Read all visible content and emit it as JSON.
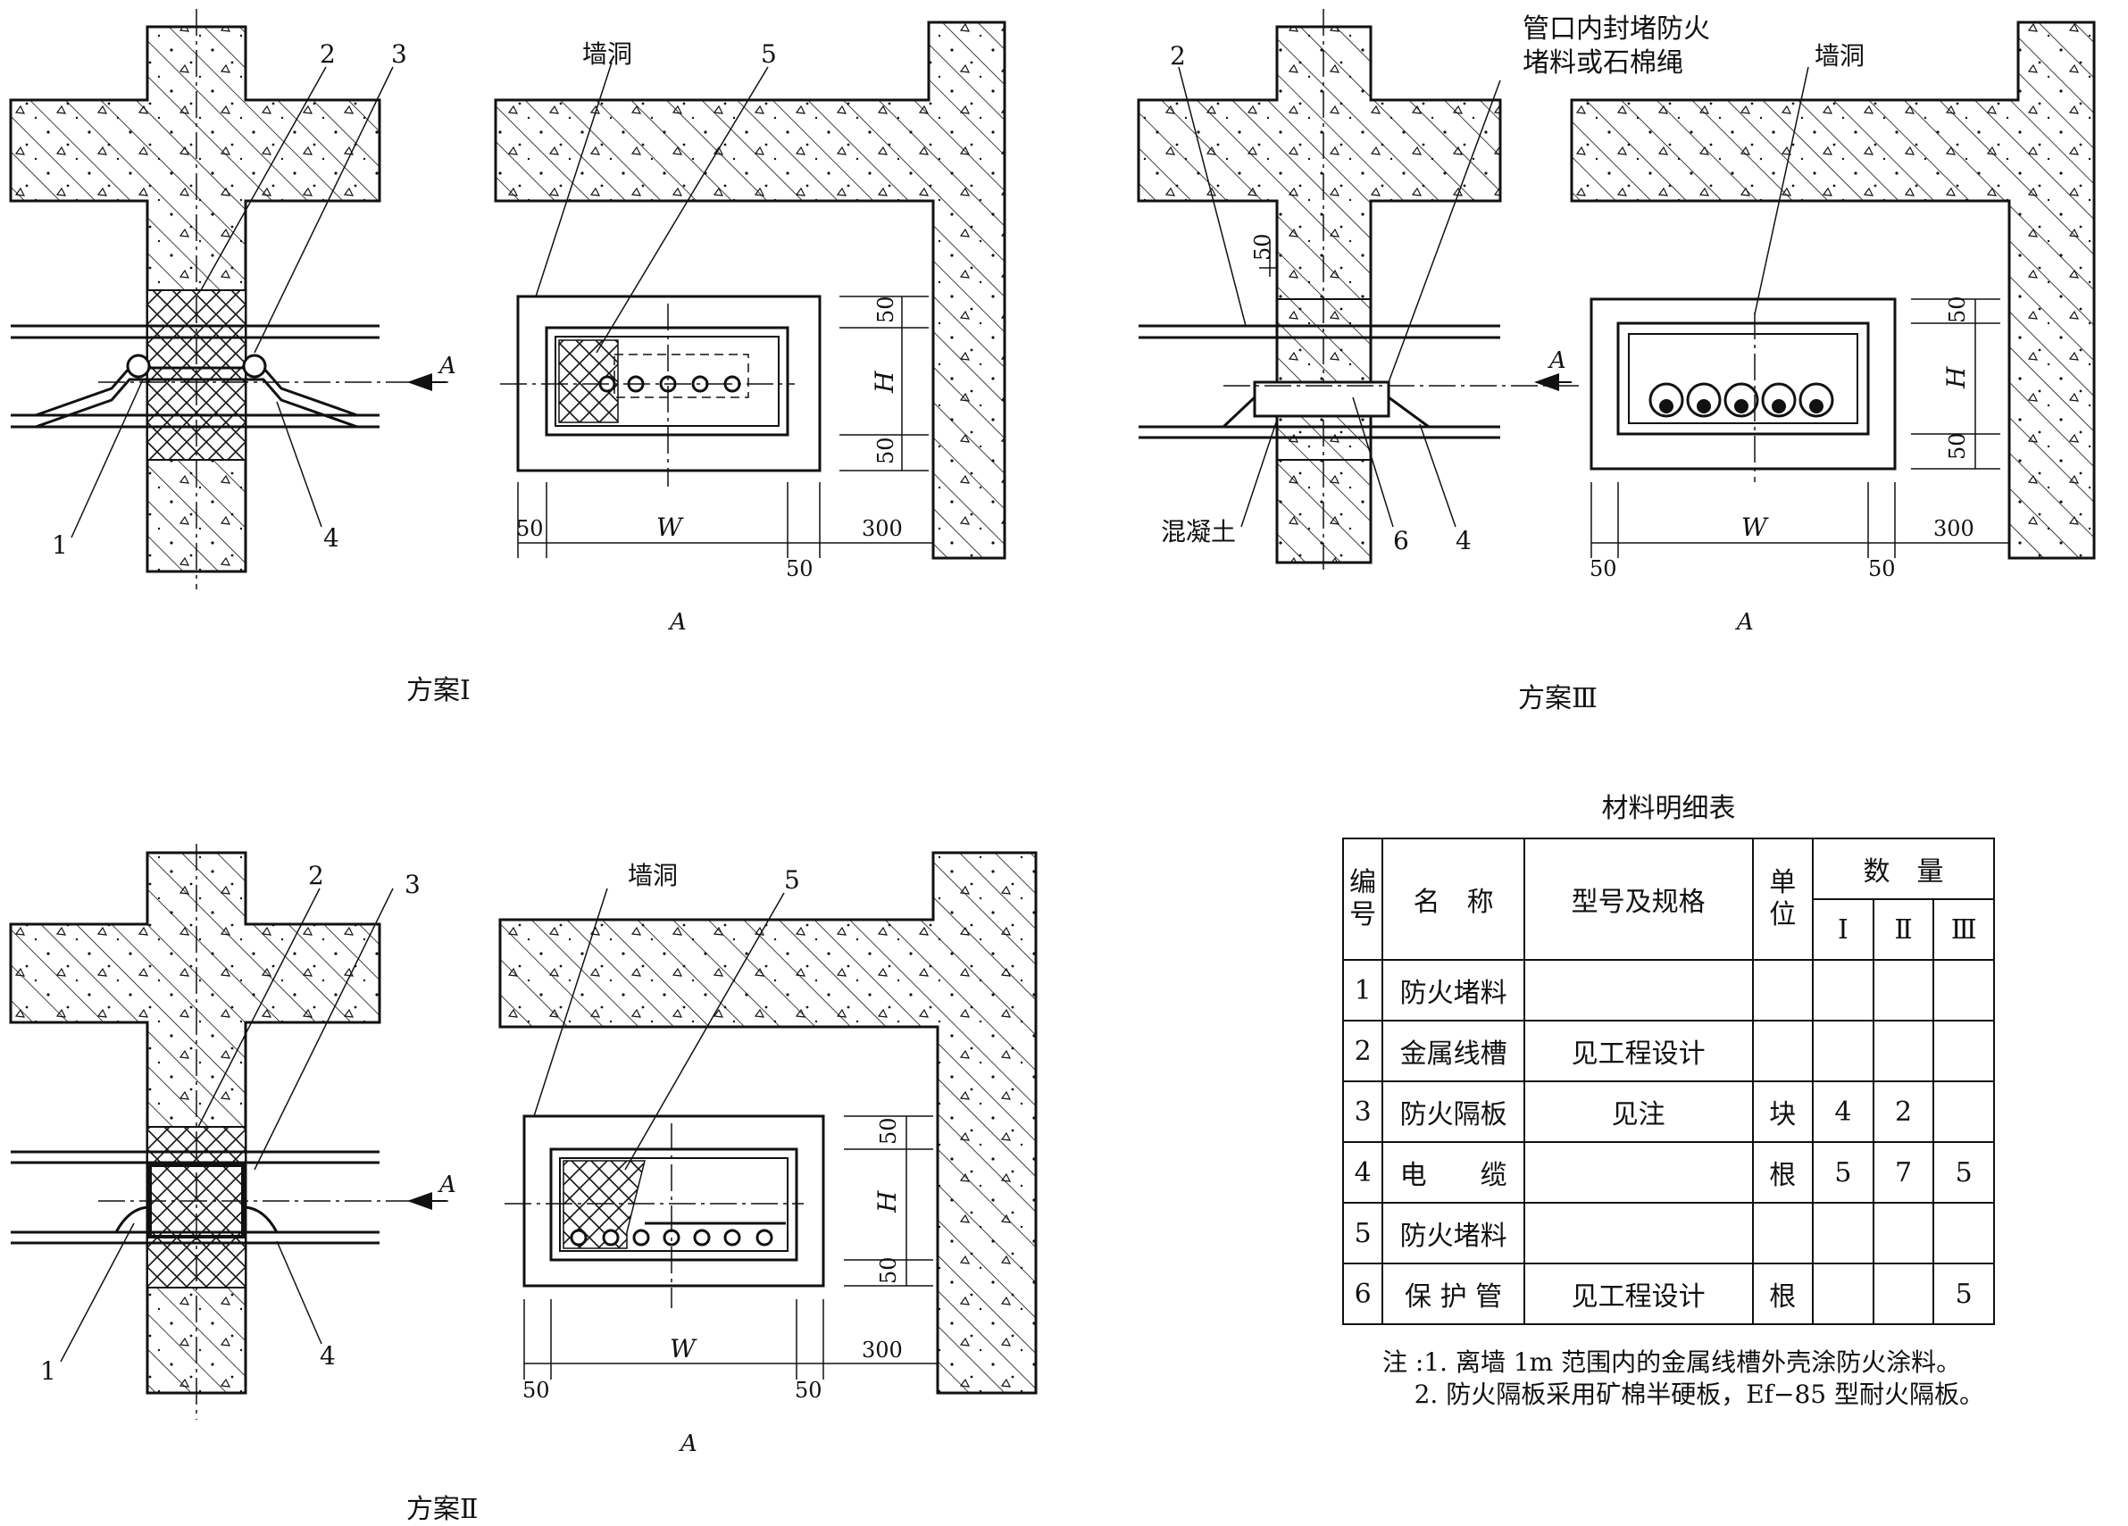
{
  "schemes": {
    "s1": {
      "caption": "方案Ⅰ",
      "view_label": "A",
      "section_arrow": "A",
      "numbers": [
        "1",
        "2",
        "3",
        "4",
        "5"
      ],
      "hole_label": "墙洞",
      "dims": {
        "top": "50",
        "bottom": "50",
        "h": "H",
        "w": "W",
        "left": "50",
        "right": "50",
        "wall": "300"
      }
    },
    "s2": {
      "caption": "方案Ⅱ",
      "view_label": "A",
      "section_arrow": "A",
      "numbers": [
        "1",
        "2",
        "3",
        "4",
        "5"
      ],
      "hole_label": "墙洞",
      "dims": {
        "top": "50",
        "bottom": "50",
        "h": "H",
        "w": "W",
        "left": "50",
        "right": "50",
        "wall": "300"
      }
    },
    "s3": {
      "caption": "方案Ⅲ",
      "view_label": "A",
      "section_arrow": "A",
      "seal_label_line1": "管口内封堵防火",
      "seal_label_line2": "堵料或石棉绳",
      "hole_label": "墙洞",
      "concrete_label": "混凝土",
      "numbers": [
        "2",
        "6",
        "4"
      ],
      "gap_dim": "50",
      "dims": {
        "top": "50",
        "bottom": "50",
        "h": "H",
        "w": "W",
        "left": "50",
        "right": "50",
        "wall": "300"
      }
    }
  },
  "material_table": {
    "title": "材料明细表",
    "header": {
      "no": "编号",
      "no_top": "编",
      "no_bottom": "号",
      "name": "名　称",
      "spec": "型号及规格",
      "unit_top": "单",
      "unit_bottom": "位",
      "qty": "数　量",
      "qty_cols": [
        "Ⅰ",
        "Ⅱ",
        "Ⅲ"
      ]
    },
    "rows": [
      {
        "no": "1",
        "name": "防火堵料",
        "spec": "",
        "unit": "",
        "q1": "",
        "q2": "",
        "q3": ""
      },
      {
        "no": "2",
        "name": "金属线槽",
        "spec": "见工程设计",
        "unit": "",
        "q1": "",
        "q2": "",
        "q3": ""
      },
      {
        "no": "3",
        "name": "防火隔板",
        "spec": "见注",
        "unit": "块",
        "q1": "4",
        "q2": "2",
        "q3": ""
      },
      {
        "no": "4",
        "name": "电　　缆",
        "spec": "",
        "unit": "根",
        "q1": "5",
        "q2": "7",
        "q3": "5"
      },
      {
        "no": "5",
        "name": "防火堵料",
        "spec": "",
        "unit": "",
        "q1": "",
        "q2": "",
        "q3": ""
      },
      {
        "no": "6",
        "name": "保 护 管",
        "spec": "见工程设计",
        "unit": "根",
        "q1": "",
        "q2": "",
        "q3": "5"
      }
    ]
  },
  "notes": "注 :1. 离墙 1m 范围内的金属线槽外壳涂防火涂料。\n    2. 防火隔板采用矿棉半硬板，Ef−85 型耐火隔板。"
}
